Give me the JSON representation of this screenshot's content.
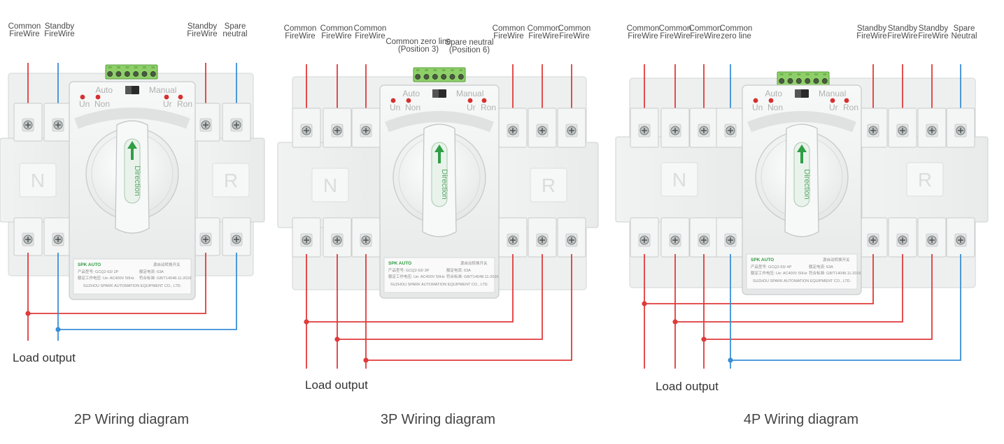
{
  "diagrams": [
    {
      "caption": "2P Wiring diagram",
      "load_output": "Load output",
      "top_labels": [
        {
          "lines": [
            "Common",
            "FireWire"
          ]
        },
        {
          "lines": [
            "Standby",
            "FireWire"
          ]
        },
        {
          "lines": [
            "Standby",
            "FireWire"
          ]
        },
        {
          "lines": [
            "Spare",
            "neutral"
          ]
        }
      ],
      "switch": {
        "auto_label": "Auto",
        "manual_label": "Manual",
        "left_leds": [
          "Un",
          "Non"
        ],
        "right_leds": [
          "Ur",
          "Ron"
        ],
        "left_side_letter": "N",
        "right_side_letter": "R",
        "knob_text": "Direction",
        "brand": "SPK AUTO",
        "model_lines": [
          "产品型号: GCQ2-63/ 2P",
          "额定工作电压: Ue: AC400V 50Hz"
        ],
        "spec_lines": [
          "额定电流: 63A",
          "符合标准: GB/T14048.11-2016"
        ],
        "title_cn": "源自动转换开关",
        "maker": "SUZHOU SPARK AUTOMATION EQUIPMENT CO., LTD."
      }
    },
    {
      "caption": "3P Wiring diagram",
      "load_output": "Load output",
      "top_labels": [
        {
          "lines": [
            "Common",
            "FireWire"
          ]
        },
        {
          "lines": [
            "Common",
            "FireWire"
          ]
        },
        {
          "lines": [
            "Common",
            "FireWire"
          ]
        },
        {
          "lines": [
            "Common zero line",
            "(Position 3)"
          ]
        },
        {
          "lines": [
            "Spare neutral",
            "(Position 6)"
          ]
        },
        {
          "lines": [
            "Common",
            "FireWire"
          ]
        },
        {
          "lines": [
            "Common",
            "FireWire"
          ]
        },
        {
          "lines": [
            "Common",
            "FireWire"
          ]
        }
      ],
      "switch": {
        "auto_label": "Auto",
        "manual_label": "Manual",
        "left_leds": [
          "Un",
          "Non"
        ],
        "right_leds": [
          "Ur",
          "Ron"
        ],
        "left_side_letter": "N",
        "right_side_letter": "R",
        "knob_text": "Direction",
        "brand": "SPK AUTO",
        "model_lines": [
          "产品型号: GCQ2-63/ 3P",
          "额定工作电压: Ue: AC400V 50Hz"
        ],
        "spec_lines": [
          "额定电流: 63A",
          "符合标准: GB/T14048.11-2016"
        ],
        "title_cn": "源自动转换开关",
        "maker": "SUZHOU SPARK AUTOMATION EQUIPMENT CO., LTD."
      }
    },
    {
      "caption": "4P Wiring diagram",
      "load_output": "Load output",
      "top_labels": [
        {
          "lines": [
            "Common",
            "FireWire"
          ]
        },
        {
          "lines": [
            "Common",
            "FireWire"
          ]
        },
        {
          "lines": [
            "Common",
            "FireWire"
          ]
        },
        {
          "lines": [
            "Common",
            "zero line"
          ]
        },
        {
          "lines": [
            "Standby",
            "FireWire"
          ]
        },
        {
          "lines": [
            "Standby",
            "FireWire"
          ]
        },
        {
          "lines": [
            "Standby",
            "FireWire"
          ]
        },
        {
          "lines": [
            "Spare",
            "Neutral"
          ]
        }
      ],
      "switch": {
        "auto_label": "Auto",
        "manual_label": "Manual",
        "left_leds": [
          "Un",
          "Non"
        ],
        "right_leds": [
          "Ur",
          "Ron"
        ],
        "left_side_letter": "N",
        "right_side_letter": "R",
        "knob_text": "Direction",
        "brand": "SPK AUTO",
        "model_lines": [
          "产品型号: GCQ2-63/ 4P",
          "额定工作电压: Ue: AC400V 50Hz"
        ],
        "spec_lines": [
          "额定电流: 63A",
          "符合标准: GB/T14048.11-2016"
        ],
        "title_cn": "源自动转换开关",
        "maker": "SUZHOU SPARK AUTOMATION EQUIPMENT CO., LTD."
      }
    }
  ],
  "colors": {
    "fire_wire": "#e03a3a",
    "neutral_wire": "#3a8fd6",
    "terminal_block": "#8fcf6a",
    "body": "#f3f4f4",
    "knob_arrow": "#2f9e45"
  }
}
